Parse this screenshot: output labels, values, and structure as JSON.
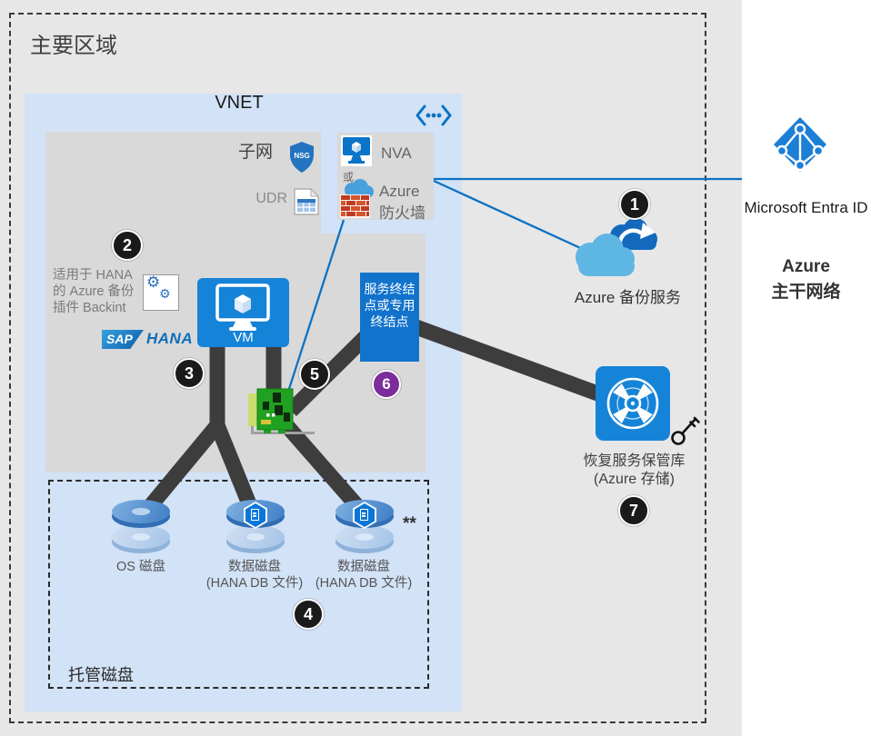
{
  "region_label": "主要区域",
  "vnet": {
    "label": "VNET"
  },
  "subnet": {
    "label": "子网",
    "udr": "UDR",
    "nsg": "NSG"
  },
  "nva": {
    "label": "NVA",
    "or": "或",
    "firewall_l1": "Azure",
    "firewall_l2": "防火墙"
  },
  "backint": {
    "l1": "适用于 HANA",
    "l2": "的 Azure 备份",
    "l3": "插件 Backint"
  },
  "sap_logo": {
    "sap": "SAP",
    "hana": "HANA"
  },
  "vm_label": "VM",
  "endpoint": {
    "l1": "服务终结",
    "l2": "点或专用",
    "l3": "终结点"
  },
  "backup_service_label": "Azure 备份服务",
  "vault": {
    "l1": "恢复服务保管库",
    "l2": "(Azure 存储)"
  },
  "entra_label": "Microsoft Entra ID",
  "backbone": {
    "l1": "Azure",
    "l2": "主干网络"
  },
  "managed": {
    "label": "托管磁盘",
    "stars": "**"
  },
  "disks": [
    {
      "label": "OS 磁盘"
    },
    {
      "label": "数据磁盘",
      "sub": "(HANA DB 文件)"
    },
    {
      "label": "数据磁盘",
      "sub": "(HANA DB 文件)"
    }
  ],
  "badges": [
    "1",
    "2",
    "3",
    "4",
    "5",
    "6",
    "7"
  ],
  "icons": {
    "gear": "⚙"
  },
  "colors": {
    "accent_blue": "#0b72c4",
    "vnet_bg": "#d2e2f7",
    "subnet_bg": "#d9d9d9",
    "vm_blue": "#1583d8",
    "endpoint_blue": "#1273cc",
    "vault_blue": "#1584d8",
    "badge_black": "#1a1a1a",
    "badge_purple": "#7b2d9b",
    "connector_dark": "#3d3d3d",
    "nic_green": "#21a121",
    "firewall_brick": "#c8391f",
    "backup_cloud_light": "#5cb5e0",
    "backup_cloud_dark": "#1569bd",
    "entra_blue": "#1b7fd6"
  }
}
